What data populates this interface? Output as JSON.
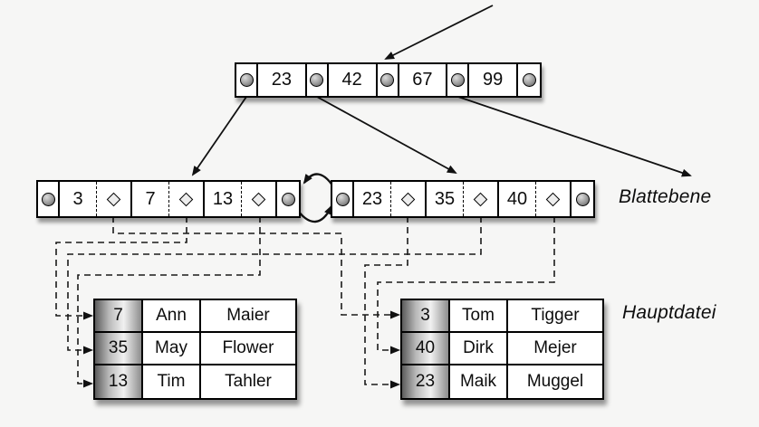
{
  "labels": {
    "leaf_level": "Blattebene",
    "main_file": "Hauptdatei"
  },
  "root_node": {
    "keys": [
      "23",
      "42",
      "67",
      "99"
    ]
  },
  "leaf_nodes": {
    "left": {
      "keys": [
        "3",
        "7",
        "13"
      ]
    },
    "right": {
      "keys": [
        "23",
        "35",
        "40"
      ]
    }
  },
  "main_file": {
    "left_table": {
      "rows": [
        {
          "key": "7",
          "first": "Ann",
          "last": "Maier"
        },
        {
          "key": "35",
          "first": "May",
          "last": "Flower"
        },
        {
          "key": "13",
          "first": "Tim",
          "last": "Tahler"
        }
      ]
    },
    "right_table": {
      "rows": [
        {
          "key": "3",
          "first": "Tom",
          "last": "Tigger"
        },
        {
          "key": "40",
          "first": "Dirk",
          "last": "Mejer"
        },
        {
          "key": "23",
          "first": "Maik",
          "last": "Muggel"
        }
      ]
    }
  },
  "icons": {
    "pointer": "ball-icon",
    "record_pointer": "diamond-icon"
  },
  "colors": {
    "background": "#f6f6f5",
    "box_fill": "#ffffff",
    "line": "#000000",
    "key_column_gradient_dark": "#5c5c5c",
    "key_column_gradient_light": "#f1f1f1"
  }
}
